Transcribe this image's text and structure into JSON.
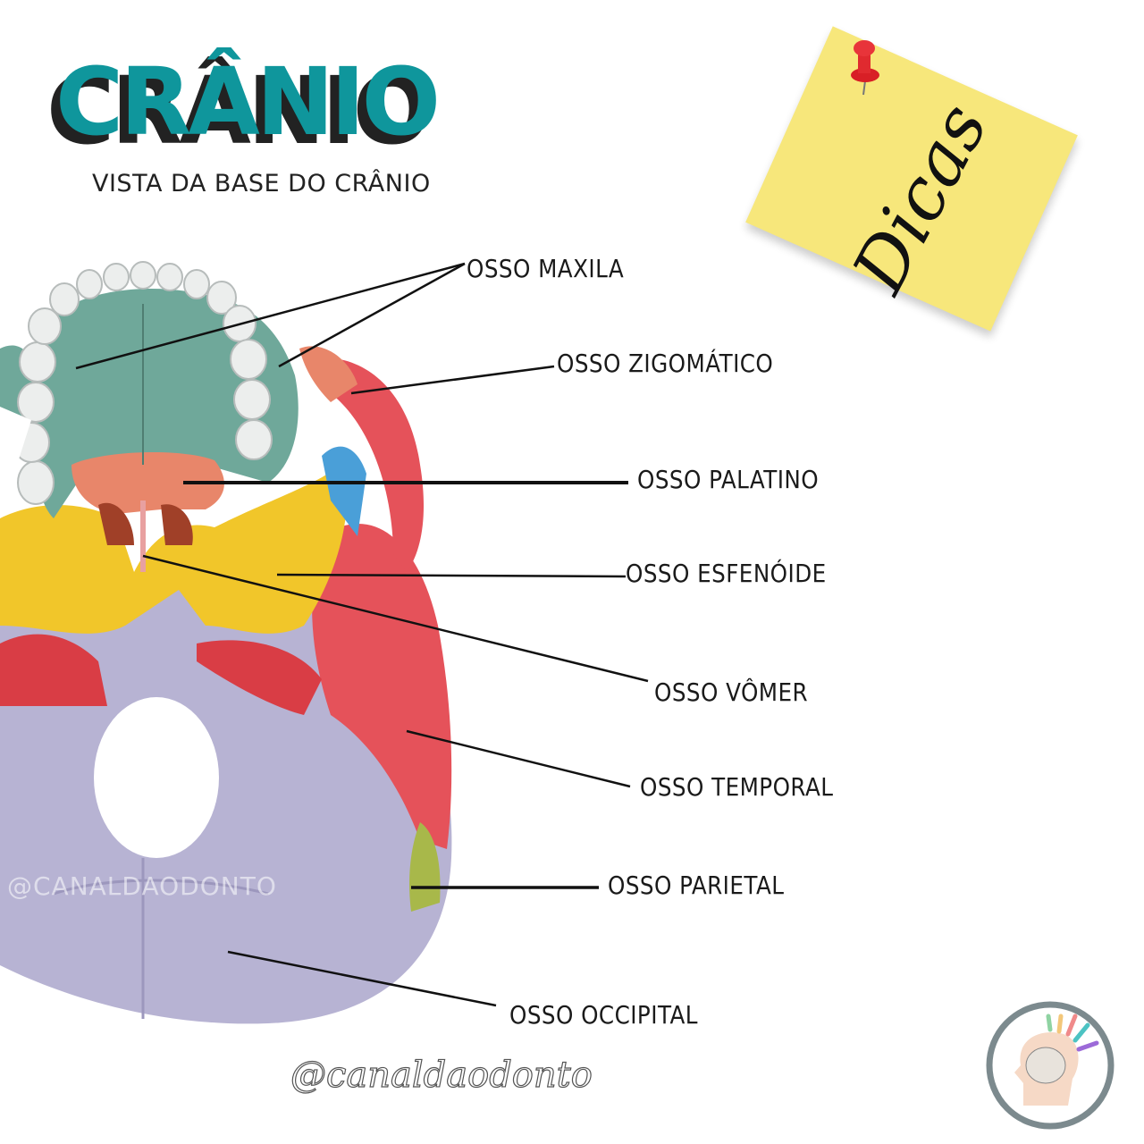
{
  "title": "CRÂNIO",
  "subtitle": "VISTA DA BASE DO CRÂNIO",
  "note": {
    "text": "Dicas",
    "color": "#f7e77b",
    "icon": "pushpin-icon"
  },
  "labels": [
    {
      "text": "OSSO MAXILA"
    },
    {
      "text": "OSSO ZIGOMÁTICO"
    },
    {
      "text": "OSSO PALATINO"
    },
    {
      "text": "OSSO ESFENÓIDE"
    },
    {
      "text": "OSSO VÔMER"
    },
    {
      "text": "OSSO TEMPORAL"
    },
    {
      "text": "OSSO PARIETAL"
    },
    {
      "text": "OSSO OCCIPITAL"
    }
  ],
  "watermark": "@CANALDAODONTO",
  "handle": "@canaldaodonto",
  "colors": {
    "title": "#0f969c",
    "maxila": "#6fa89a",
    "palatino": "#e8866a",
    "esfenoide": "#f1c62a",
    "temporal": "#e5525a",
    "occipital": "#b7b3d3",
    "parietal": "#a8b84a"
  }
}
